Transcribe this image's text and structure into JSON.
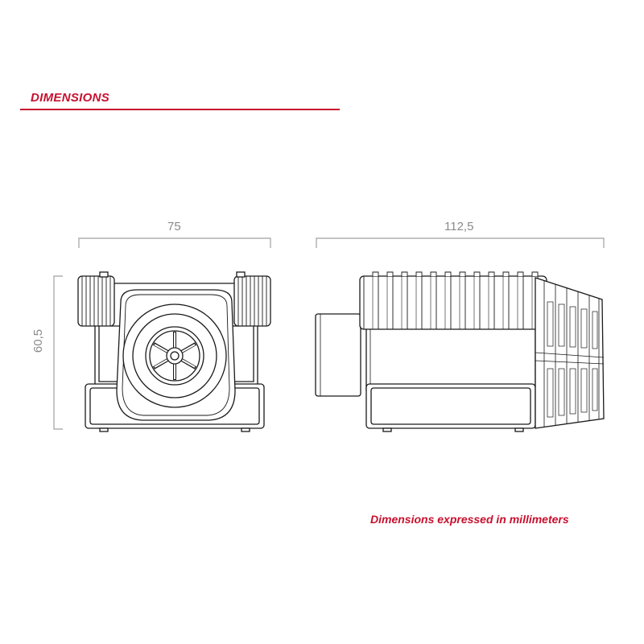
{
  "section_title": "DIMENSIONS",
  "dimensions": {
    "front_width": "75",
    "side_length": "112,5",
    "height": "60,5"
  },
  "footnote": "Dimensions expressed in millimeters",
  "colors": {
    "accent": "#c8102e",
    "dimension_line": "#a0a0a0",
    "drawing_stroke": "#1a1a1a"
  }
}
